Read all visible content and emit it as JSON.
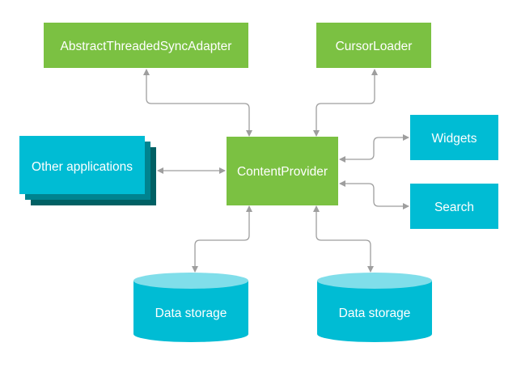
{
  "colors": {
    "green": "#7BC142",
    "cyan": "#00BCD4",
    "cyan_dark": "#00838F",
    "cyan_darker": "#006064",
    "cyl_top": "#80DEEA",
    "arrow": "#9E9E9E",
    "text": "#ffffff"
  },
  "nodes": {
    "sync_adapter": "AbstractThreadedSyncAdapter",
    "cursor_loader": "CursorLoader",
    "other_apps": "Other applications",
    "content_provider": "ContentProvider",
    "widgets": "Widgets",
    "search": "Search",
    "storage_left": "Data storage",
    "storage_right": "Data storage"
  }
}
